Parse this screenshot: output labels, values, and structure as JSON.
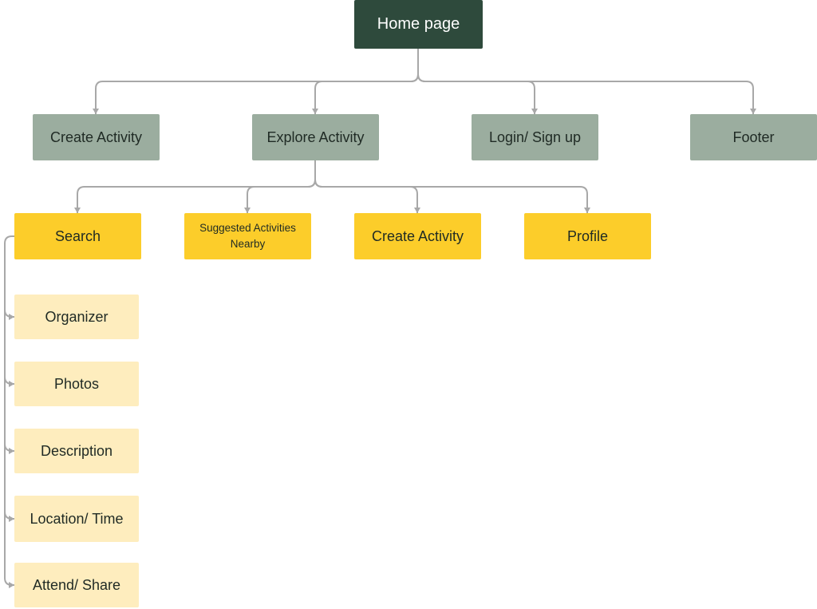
{
  "diagram": {
    "root": {
      "label": "Home page"
    },
    "sections": [
      {
        "label": "Create Activity"
      },
      {
        "label": "Explore Activity"
      },
      {
        "label": "Login/ Sign up"
      },
      {
        "label": "Footer"
      }
    ],
    "explore_children": [
      {
        "label": "Search"
      },
      {
        "label": "Suggested Activities Nearby"
      },
      {
        "label": "Create Activity"
      },
      {
        "label": "Profile"
      }
    ],
    "search_children": [
      {
        "label": "Organizer"
      },
      {
        "label": "Photos"
      },
      {
        "label": "Description"
      },
      {
        "label": "Location/ Time"
      },
      {
        "label": "Attend/ Share"
      }
    ],
    "colors": {
      "root": "#2e4a3c",
      "level1": "#9bad9f",
      "level2": "#fccd2a",
      "level3": "#feedbe",
      "connector": "#a8a8a8"
    }
  }
}
